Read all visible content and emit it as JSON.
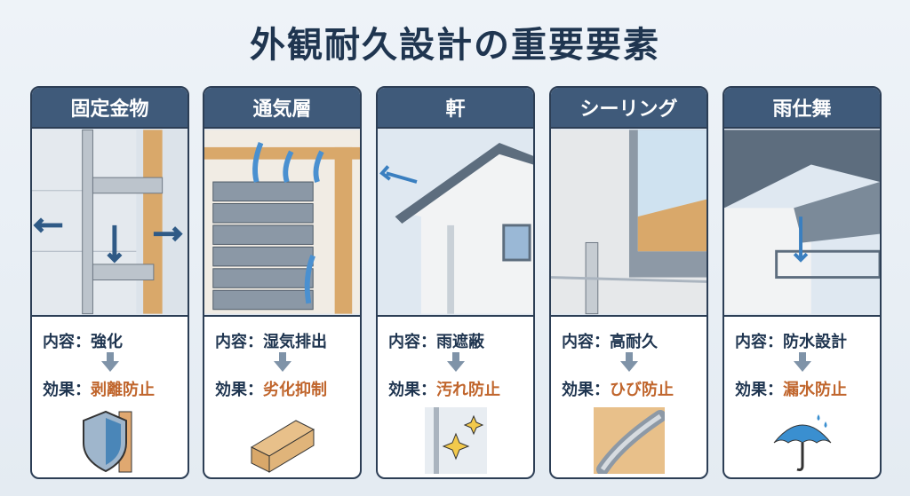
{
  "title": "外観耐久設計の重要要素",
  "labels": {
    "content": "内容：",
    "effect": "効果："
  },
  "cards": [
    {
      "name": "固定金物",
      "content": "強化",
      "effect": "剥離防止",
      "icon": "shield-icon"
    },
    {
      "name": "通気層",
      "content": "湿気排出",
      "effect": "劣化抑制",
      "icon": "wood-beam-icon"
    },
    {
      "name": "軒",
      "content": "雨遮蔽",
      "effect": "汚れ防止",
      "icon": "sparkle-wall-icon"
    },
    {
      "name": "シーリング",
      "content": "高耐久",
      "effect": "ひび防止",
      "icon": "sealant-bead-icon"
    },
    {
      "name": "雨仕舞",
      "content": "防水設計",
      "effect": "漏水防止",
      "icon": "umbrella-icon"
    }
  ],
  "colors": {
    "header": "#3f5a7a",
    "title": "#1f3550",
    "effect": "#c0652c"
  }
}
